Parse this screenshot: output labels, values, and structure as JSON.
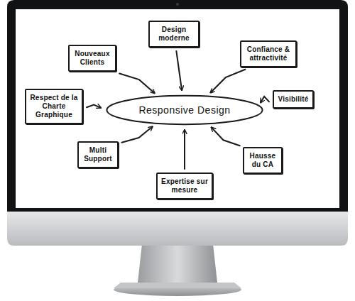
{
  "diagram": {
    "nodes": [
      {
        "text": [
          "Design moderne"
        ]
      },
      {
        "text": [
          "Confiance & attractivité"
        ]
      },
      {
        "text": [
          "Nouveaux Clients"
        ]
      },
      {
        "text": [
          "Respect de la Charte Graphique"
        ]
      },
      {
        "text": [
          "Visibilité"
        ]
      },
      {
        "text": [
          "Responsive Design"
        ]
      },
      {
        "text": [
          "Multi Support"
        ]
      },
      {
        "text": [
          "Hausse du CA"
        ]
      },
      {
        "text": [
          "Expertise sur mesure"
        ]
      }
    ],
    "edges": [
      {
        "from": 0,
        "to": 5,
        "arrow": "to"
      },
      {
        "from": 1,
        "to": 5,
        "arrow": "to"
      },
      {
        "from": 2,
        "to": 5,
        "arrow": "to"
      },
      {
        "from": 3,
        "to": 5,
        "arrow": "to"
      },
      {
        "from": 4,
        "to": 5,
        "arrow": "to"
      },
      {
        "from": 6,
        "to": 5,
        "arrow": "to"
      },
      {
        "from": 7,
        "to": 5,
        "arrow": "to"
      },
      {
        "from": 8,
        "to": 5,
        "arrow": "to"
      }
    ]
  }
}
